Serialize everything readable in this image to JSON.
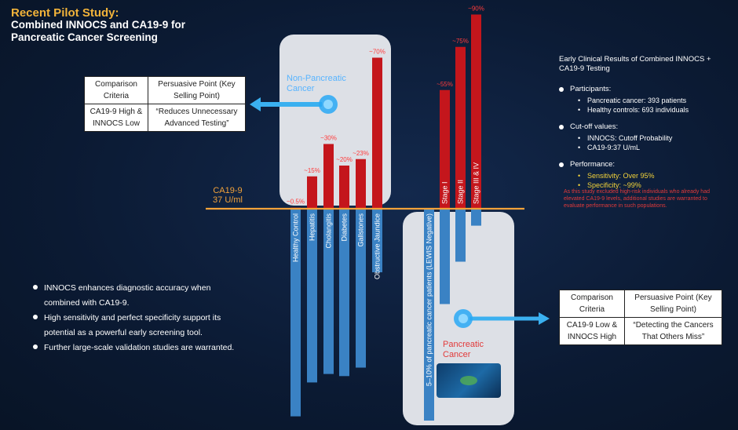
{
  "title": {
    "line1": "Recent Pilot Study:",
    "line2": "Combined INNOCS and CA19-9 for Pancreatic Cancer Screening"
  },
  "chart_data": {
    "type": "bar",
    "threshold_label": [
      "CA19-9",
      "37 U/ml"
    ],
    "non_pancreatic": {
      "label": "Non-Pancreatic Cancer",
      "categories": [
        "Healthy Control",
        "Hepatitis",
        "Cholangitis",
        "Diabetes",
        "Gallstones",
        "Obstructive Jaundice"
      ],
      "above_pct": [
        0.5,
        15,
        30,
        20,
        23,
        70
      ],
      "above_labels": [
        "~0.5%",
        "~15%",
        "~30%",
        "~20%",
        "~23%",
        "~70%"
      ],
      "below_pct": [
        98,
        82,
        78,
        79,
        75,
        30
      ]
    },
    "pancreatic": {
      "label": "Pancreatic Cancer",
      "lewis_label": "5–10% of pancreatic cancer patients (LEWIS Negative)",
      "lewis_below_pct": 100,
      "categories": [
        "Stage I",
        "Stage II",
        "Stage III & IV"
      ],
      "above_pct": [
        55,
        75,
        90
      ],
      "above_labels": [
        "~55%",
        "~75%",
        "~90%"
      ],
      "below_pct": [
        45,
        25,
        8
      ]
    }
  },
  "table_top": {
    "headers": [
      "Comparison Criteria",
      "Persuasive Point (Key Selling Point)"
    ],
    "row": [
      "CA19-9 High & INNOCS Low",
      "“Reduces Unnecessary Advanced Testing”"
    ]
  },
  "table_bottom": {
    "headers": [
      "Comparison Criteria",
      "Persuasive Point (Key Selling Point)"
    ],
    "row": [
      "CA19-9 Low & INNOCS High",
      "“Detecting the Cancers That Others Miss”"
    ]
  },
  "side": {
    "heading": "Early Clinical Results of Combined INNOCS + CA19-9 Testing",
    "participants": {
      "label": "Participants:",
      "items": [
        "Pancreatic cancer: 393 patients",
        "Healthy controls: 693 individuals"
      ]
    },
    "cutoff": {
      "label": "Cut-off values:",
      "items": [
        "INNOCS: Cutoff Probability",
        "CA19-9:37 U/mL"
      ]
    },
    "performance": {
      "label": "Performance:",
      "items": [
        "Sensitivity: Over 95%",
        "Specificity: ~99%"
      ]
    },
    "note": "As this study excluded high-risk individuals who already had elevated CA19-9 levels, additional studies are warranted to evaluate performance in such populations."
  },
  "bullets": [
    "INNOCS enhances diagnostic accuracy when combined with CA19-9.",
    "High sensitivity and perfect specificity support its potential as a powerful early screening tool.",
    "Further large-scale validation studies are warranted."
  ],
  "colors": {
    "above": "#c4161c",
    "below": "#3a82c4",
    "threshold": "#f2a23a",
    "title_accent": "#f2b33a",
    "non_pancreatic_label": "#58b4ff",
    "pancreatic_label": "#e23a3a"
  }
}
